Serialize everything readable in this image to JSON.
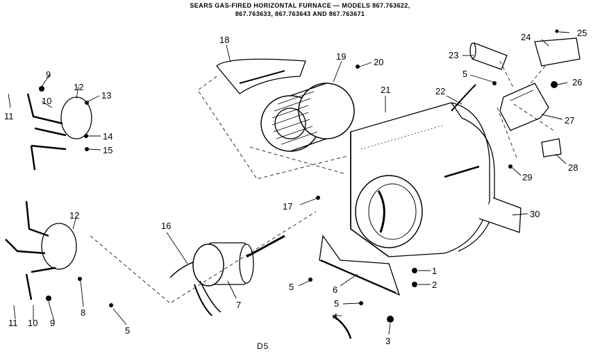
{
  "title": {
    "line1": "SEARS GAS-FIRED HORIZONTAL FURNACE — MODELS 867.763622,",
    "line2": "867.763633, 867.763643 AND 867.763671"
  },
  "caption": "D5",
  "callouts": {
    "n1": "1",
    "n2": "2",
    "n3": "3",
    "n4": "4",
    "n5a": "5",
    "n5b": "5",
    "n5c": "5",
    "n5d": "5",
    "n6": "6",
    "n7": "7",
    "n8": "8",
    "n9a": "9",
    "n9b": "9",
    "n10a": "10",
    "n10b": "10",
    "n11a": "11",
    "n11b": "11",
    "n12a": "12",
    "n12b": "12",
    "n13": "13",
    "n14": "14",
    "n15": "15",
    "n16": "16",
    "n17": "17",
    "n18": "18",
    "n19": "19",
    "n20": "20",
    "n21": "21",
    "n22": "22",
    "n23": "23",
    "n24": "24",
    "n25": "25",
    "n26": "26",
    "n27": "27",
    "n28": "28",
    "n29": "29",
    "n30": "30"
  },
  "colors": {
    "ink": "#000000",
    "paper": "#ffffff"
  }
}
